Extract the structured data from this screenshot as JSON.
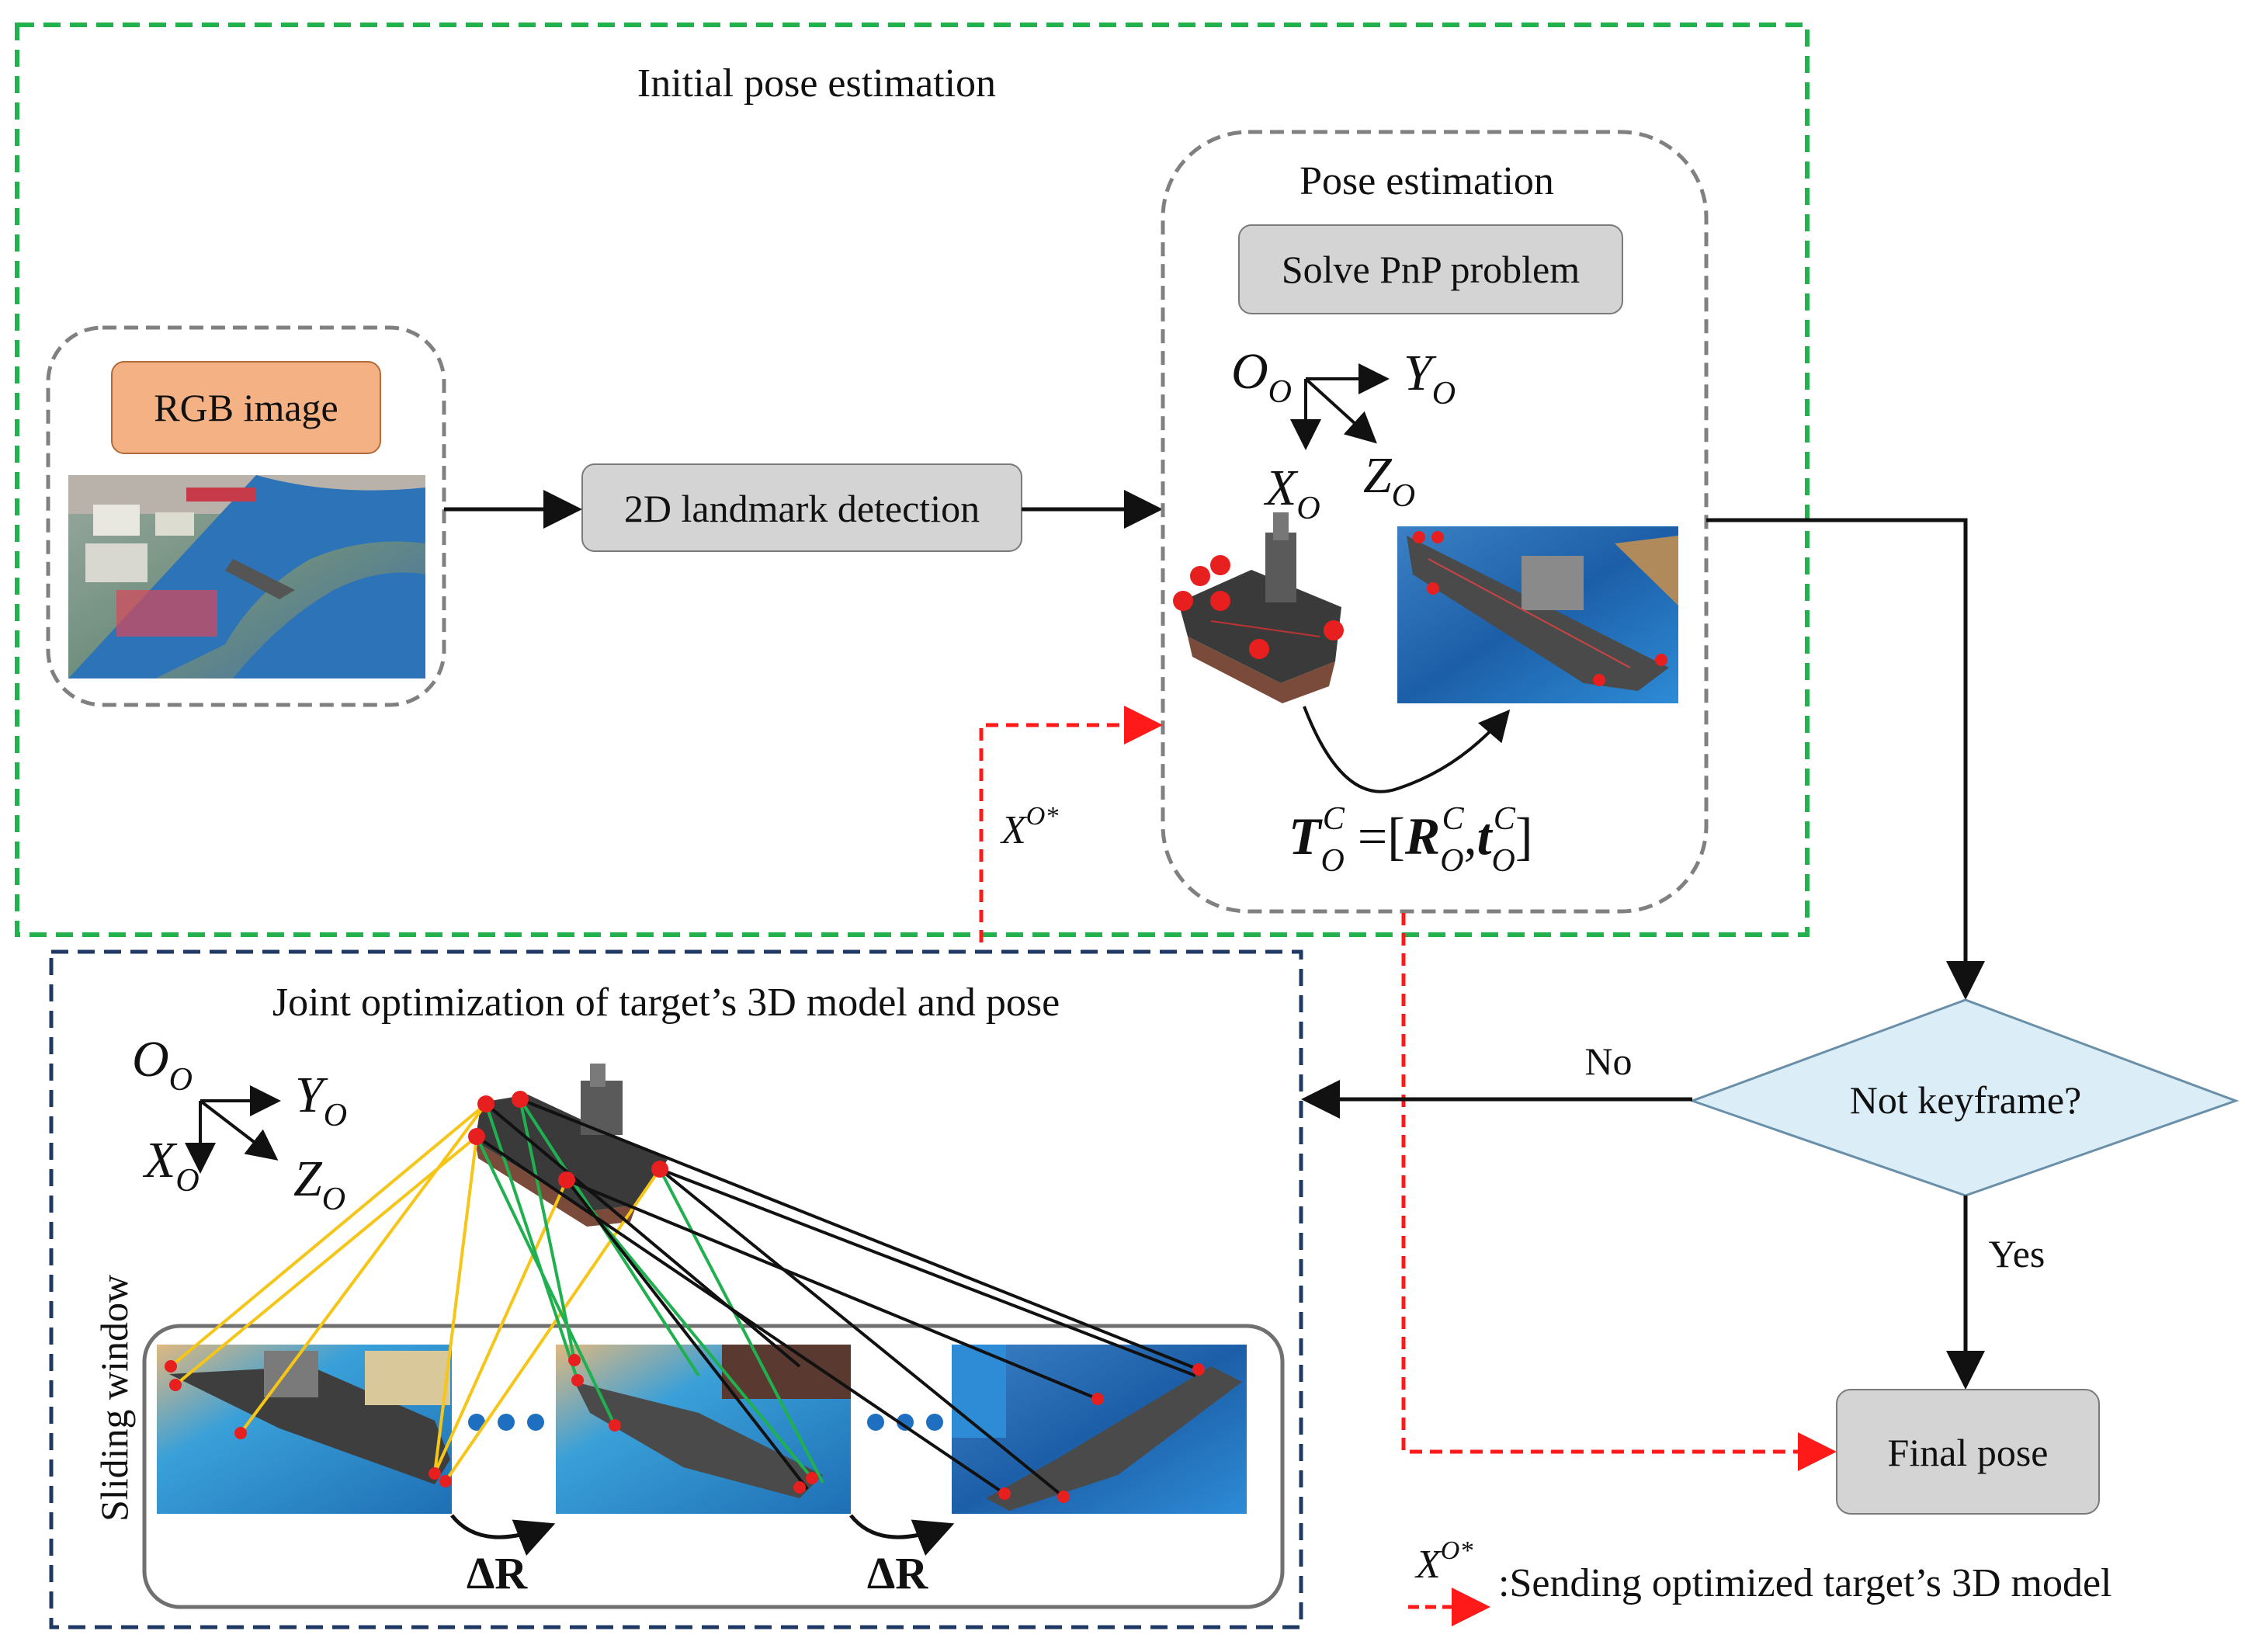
{
  "initial": {
    "title": "Initial pose estimation",
    "rgb_label": "RGB image",
    "landmark_label": "2D landmark detection",
    "pose_title": "Pose estimation",
    "pnp_label": "Solve PnP problem"
  },
  "axes_top": {
    "origin": "O",
    "origin_sub": "O",
    "y": "Y",
    "y_sub": "O",
    "x": "X",
    "x_sub": "O",
    "z": "Z",
    "z_sub": "O"
  },
  "transform": {
    "T": "T",
    "T_sub": "O",
    "T_sup": "C",
    "eq": " =[",
    "R": "R",
    "R_sub": "O",
    "R_sup": "C",
    "comma": ",",
    "t": "t",
    "t_sub": "O",
    "t_sup": "C",
    "close": "]"
  },
  "feedback_label": {
    "base": "X",
    "sup": "O*"
  },
  "decision": {
    "label": "Not keyframe?",
    "no": "No",
    "yes": "Yes"
  },
  "final": {
    "label": "Final pose"
  },
  "joint": {
    "title": "Joint optimization of target’s 3D model and pose",
    "sliding_window": "Sliding window",
    "delta_1": "ΔR",
    "delta_2": "ΔR"
  },
  "axes_bottom": {
    "origin": "O",
    "origin_sub": "O",
    "y": "Y",
    "y_sub": "O",
    "x": "X",
    "x_sub": "O",
    "z": "Z",
    "z_sub": "O"
  },
  "legend": {
    "base": "X",
    "sup": "O*",
    "text": ":Sending optimized target’s 3D model"
  },
  "colors": {
    "green_dash": "#22b14c",
    "navy_dash": "#1f3864",
    "gray_dash": "#808080",
    "red_dash": "#ff1a1a",
    "box_gray": "#d4d4d4",
    "rgb_orange": "#f4b183",
    "decision_blue": "#dbeef7",
    "yellow_line": "#f5c518",
    "green_line": "#20b050"
  }
}
